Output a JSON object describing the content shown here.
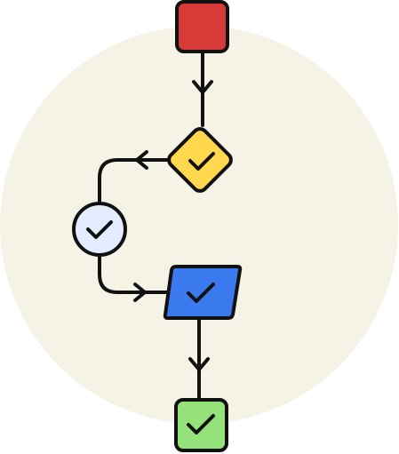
{
  "diagram": {
    "type": "flowchart",
    "background_circle_color": "#f4f3e6",
    "stroke_color": "#111111",
    "nodes": [
      {
        "id": "start",
        "shape": "rounded-square",
        "color": "#d73a37",
        "icon": "none"
      },
      {
        "id": "decision",
        "shape": "diamond",
        "color": "#ffd84d",
        "icon": "checkmark-icon"
      },
      {
        "id": "side-check",
        "shape": "circle",
        "color": "#e3edff",
        "icon": "checkmark-icon"
      },
      {
        "id": "process",
        "shape": "parallelogram",
        "color": "#3b79ee",
        "icon": "checkmark-icon"
      },
      {
        "id": "end",
        "shape": "rounded-square",
        "color": "#96e27a",
        "icon": "checkmark-icon"
      }
    ],
    "edges": [
      {
        "from": "start",
        "to": "decision",
        "arrow": "down"
      },
      {
        "from": "decision",
        "to": "side-check",
        "arrow": "left"
      },
      {
        "from": "side-check",
        "to": "process",
        "arrow": "right"
      },
      {
        "from": "process",
        "to": "end",
        "arrow": "down"
      }
    ]
  }
}
